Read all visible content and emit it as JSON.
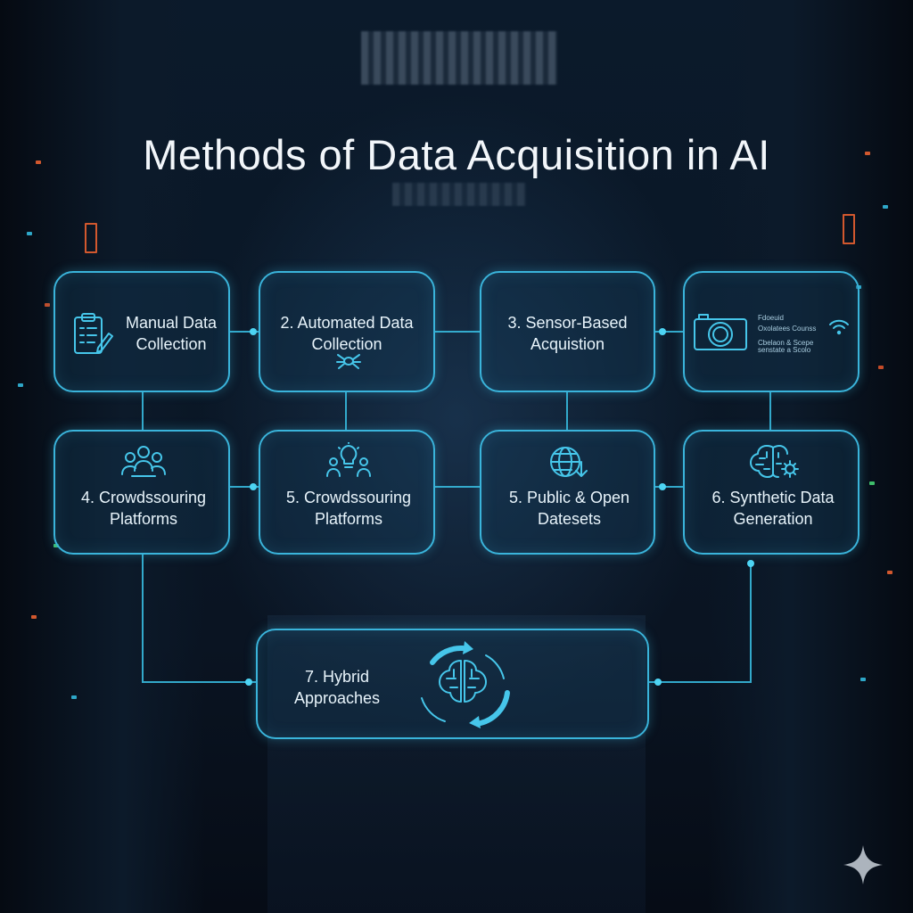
{
  "title": "Methods of Data Acquisition in AI",
  "nodes": {
    "manual": {
      "label": "Manual Data\nCollection",
      "icon": "clipboard-icon"
    },
    "automated": {
      "label": "2. Automated Data\nCollection",
      "icon": "spider-bot-icon"
    },
    "sensor": {
      "label": "3. Sensor-Based\nAcquistion"
    },
    "camera": {
      "icon": "camera-icon",
      "text_1": "Fdoeuid",
      "text_2": "Oxolatees Counss",
      "text_3": "Cbelaon & Scepe",
      "text_4": "senstate a Scolo",
      "wifi_icon": "wifi-icon"
    },
    "crowd_4": {
      "label": "4. Crowdssouring\nPlatforms",
      "icon": "people-group-icon"
    },
    "crowd_5": {
      "label": "5. Crowdssouring\nPlatforms",
      "icon": "lightbulb-people-icon"
    },
    "public": {
      "label": "5. Public & Open\nDatesets",
      "icon": "globe-download-icon"
    },
    "synthetic": {
      "label": "6. Synthetic Data\nGeneration",
      "icon": "brain-gear-icon"
    },
    "hybrid": {
      "label": "7. Hybrid\nApproaches",
      "icon": "brain-cycle-icon"
    }
  },
  "colors": {
    "accent": "#37b9dd",
    "text": "#e8f4fb",
    "background": "#06101c"
  },
  "watermark_icon": "sparkle-icon"
}
